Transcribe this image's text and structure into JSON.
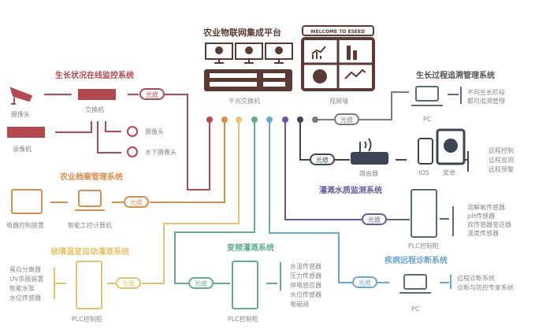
{
  "colors": {
    "red": "#b5484f",
    "orange": "#d98e4a",
    "yellow": "#e8c36a",
    "green": "#5fae8e",
    "blue": "#6aa8cc",
    "purple": "#6a5a9a",
    "dark": "#3b4556",
    "gray": "#7a7a7a",
    "brown": "#5a3a32"
  },
  "cable": "光缆",
  "platform": {
    "title": "农业物联网集成平台",
    "switch_label": "千兆交换机",
    "wall_label": "视频墙",
    "welcome": "WELCOME TO ESEED"
  },
  "monitor": {
    "title": "生长状况在线监控系统",
    "camera": "摄像头",
    "recorder": "录像机",
    "switch": "交换机",
    "camera2": "摄像头",
    "underwater": "水下摄像头"
  },
  "archive": {
    "title": "农业档案管理系统",
    "device": "电器控制装置",
    "computer": "智能工控计算机"
  },
  "greenhouse": {
    "title": "玻璃温室自动灌溉系统",
    "items": [
      "蛋白分离器",
      "UV杀菌装置",
      "智能水泵",
      "水位传感器"
    ],
    "cabinet": "PLC控制柜"
  },
  "vfd": {
    "title": "变频灌溉系统",
    "items": [
      "水温传感器",
      "压力传感器",
      "停电感应器",
      "水位传感器",
      "电磁阀"
    ],
    "cabinet": "PLC控制柜"
  },
  "disease": {
    "title": "疾病远程诊断系统",
    "pc": "PC",
    "items": [
      "远程诊断系统",
      "诊断与防控专家系统"
    ]
  },
  "water": {
    "title": "灌溉水质监测系统",
    "cabinet": "PLC控制柜",
    "items": [
      "溶解氧传感器",
      "pH传感器",
      "双传感器变送器",
      "温度传感器"
    ]
  },
  "remote": {
    "router": "路由器",
    "ios": "IOS",
    "android": "安卓",
    "items": [
      "远程控制",
      "远程监测",
      "远程预警"
    ]
  },
  "growth": {
    "title": "生长过程追溯管理系统",
    "pc": "PC",
    "items": [
      "不同生长阶段",
      "都可追溯管理"
    ]
  }
}
